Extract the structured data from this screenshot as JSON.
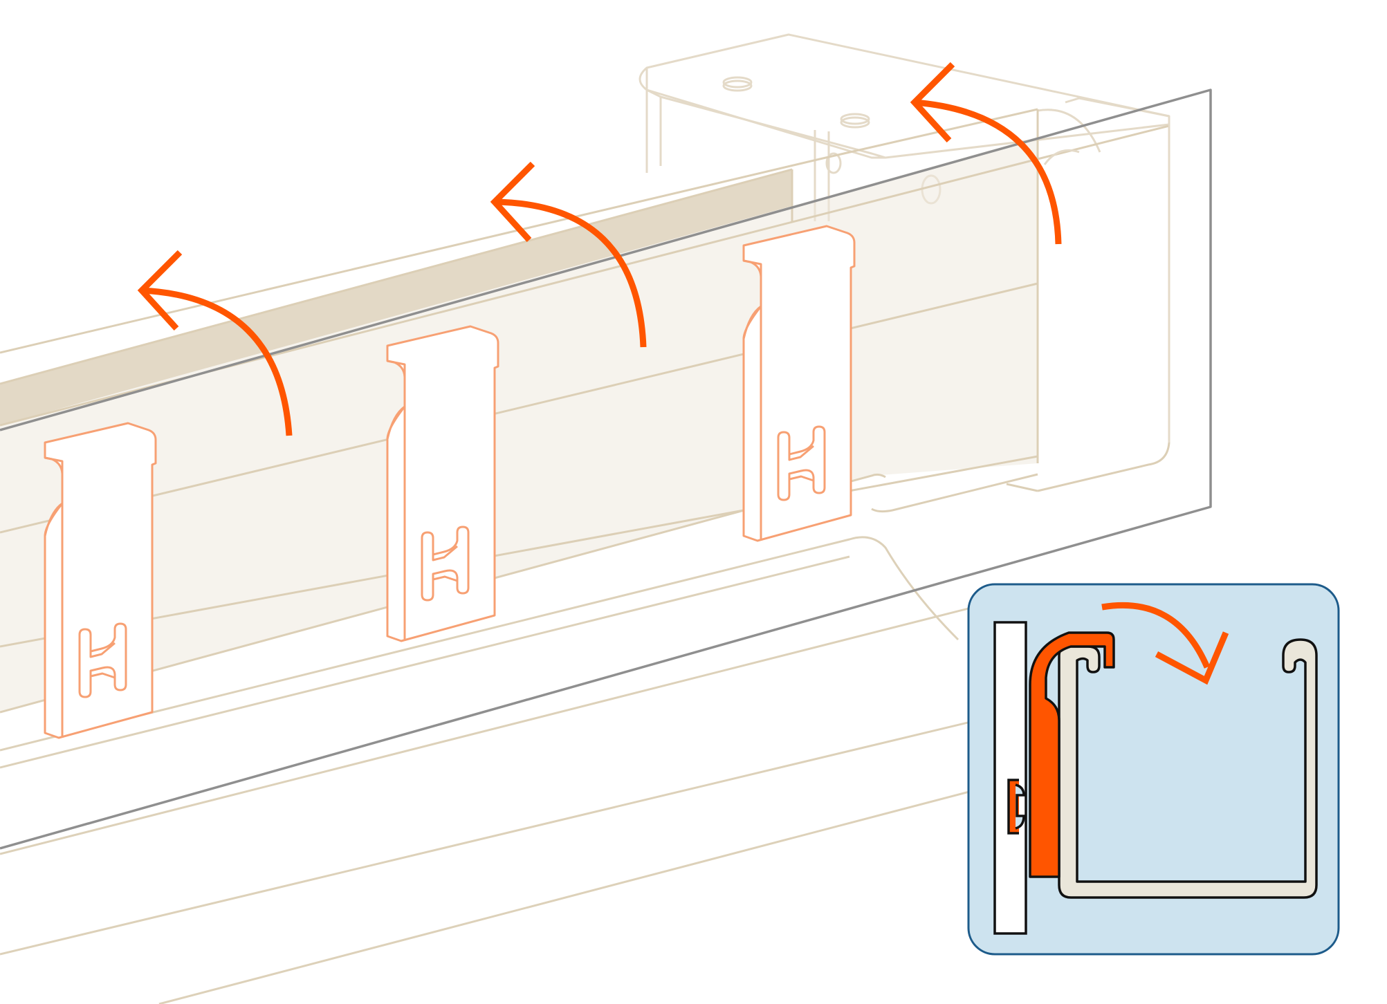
{
  "diagram": {
    "type": "installation-illustration",
    "labels": [],
    "colors": {
      "background": "#ffffff",
      "rail_outline": "#dccfb6",
      "rail_fill_dark": "#e3d9c6",
      "rail_fill_light": "#efe9de",
      "cover_line": "#8f8f8f",
      "clip_outline": "#f7a073",
      "arrow": "#ff5500",
      "inset_background": "#cde3ef",
      "inset_border": "#1d5b8a",
      "inset_profile": "#eae6da",
      "inset_outline": "#111111"
    },
    "icons": [
      "rotate-arrow-icon",
      "rotate-arrow-icon",
      "rotate-arrow-icon",
      "rotate-arrow-icon",
      "clockwise-arrow-icon"
    ],
    "clip_count": 3,
    "rotation_arrow_count": 4
  }
}
